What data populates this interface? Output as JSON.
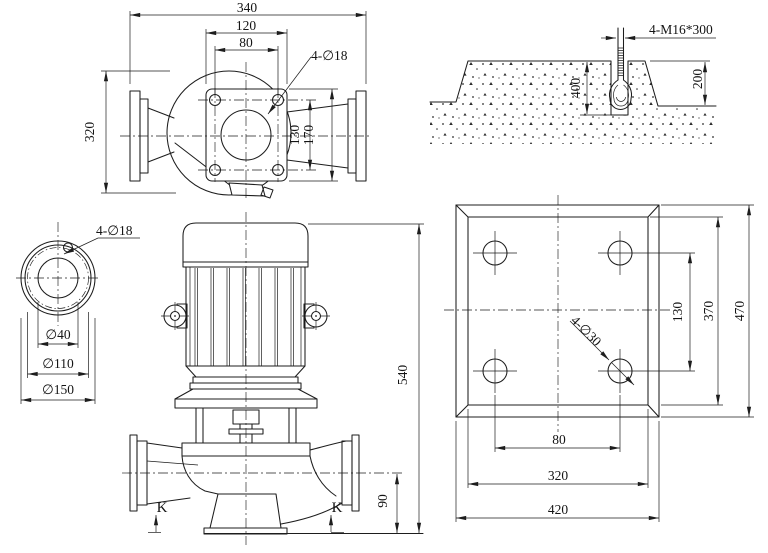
{
  "ink_color": "#1d1d1d",
  "background": "#ffffff",
  "top_view": {
    "overall_width": "340",
    "flange_bolt_span": "120",
    "flange_bolt_span_inner": "80",
    "hole_callout": "4-∅18",
    "hole_row_spacing": "130",
    "flange_plate_height": "170",
    "depth": "320"
  },
  "foundation_section": {
    "anchor_bolt_callout": "4-M16*300",
    "embed_depth": "400",
    "step_depth": "200"
  },
  "flange_view": {
    "hole_callout": "4-∅18",
    "bore_diameter": "∅40",
    "bolt_circle_diameter": "∅110",
    "outer_diameter": "∅150"
  },
  "front_view": {
    "overall_height": "540",
    "centerline_height": "90",
    "section_label": "K"
  },
  "foundation_plan": {
    "hole_row_spacing": "130",
    "inner_length": "370",
    "outer_length": "470",
    "hole_callout": "4-∅30",
    "hole_col_spacing": "80",
    "inner_width": "320",
    "outer_width": "420"
  }
}
